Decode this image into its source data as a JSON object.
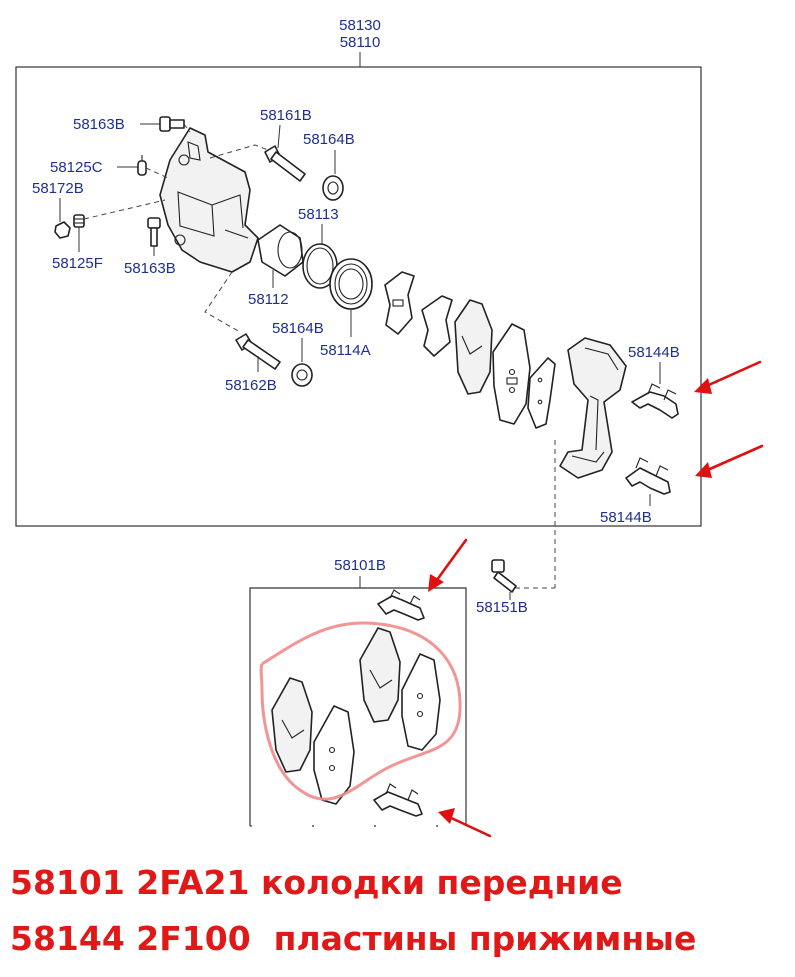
{
  "labels": {
    "assembly_top": "58130",
    "assembly_sub": "58110",
    "bolt_upper": "58163B",
    "bleeder_cap": "58125C",
    "cap": "58172B",
    "bleeder_screw": "58125F",
    "bolt_lower": "58163B",
    "guide_pin_upper": "58161B",
    "boot_upper": "58164B",
    "piston_seal": "58113",
    "piston": "58112",
    "boot_lower": "58164B",
    "dust_seal": "58114A",
    "guide_pin_lower": "58162B",
    "spring_upper": "58144B",
    "spring_lower": "58144B",
    "pad_kit": "58101B",
    "carrier_bolt": "58151B"
  },
  "captions": {
    "line1": "58101 2FA21 колодки передние",
    "line2": "58144 2F100  пластины прижимные"
  },
  "colors": {
    "label": "#1f2f8f",
    "annotation": "#e01010",
    "highlight": "#f08a8a"
  }
}
